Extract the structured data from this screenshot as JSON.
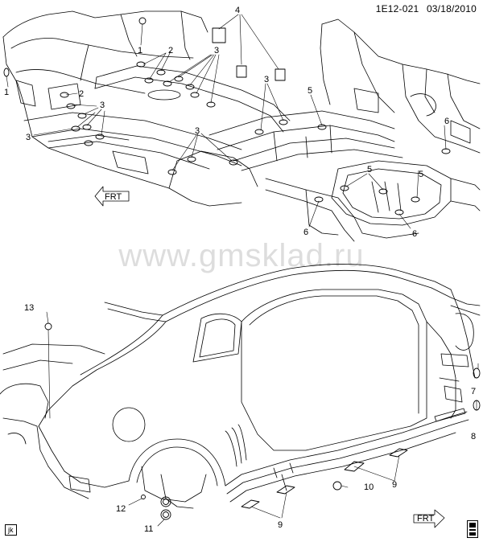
{
  "header": {
    "diagram_code": "1E12-021",
    "date": "03/18/2010"
  },
  "watermark": "www.gmsklad.ru",
  "corner_tag": "jk",
  "callouts": {
    "n1": "1",
    "n2": "2",
    "n3": "3",
    "n4": "4",
    "n5": "5",
    "n6": "6",
    "n7": "7",
    "n8": "8",
    "n9": "9",
    "n10": "10",
    "n11": "11",
    "n12": "12",
    "n13": "13"
  },
  "fwd_label": "FRT",
  "colors": {
    "line": "#000000",
    "background": "#ffffff"
  }
}
